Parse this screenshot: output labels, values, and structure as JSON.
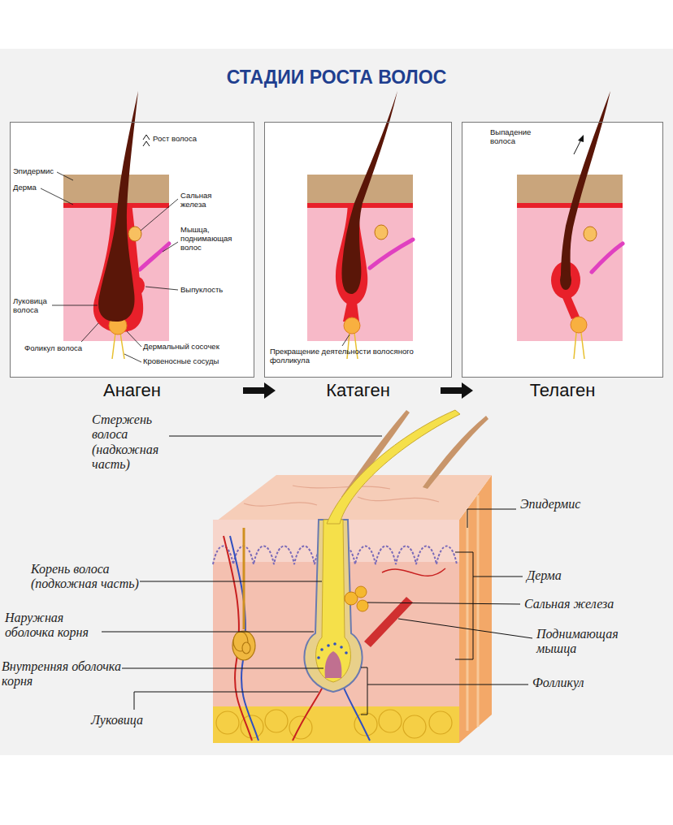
{
  "diagram": {
    "title": "СТАДИИ РОСТА ВОЛОС",
    "nodes": [
      {
        "text": [
          "Анаген"
        ]
      },
      {
        "text": [
          "Катаген"
        ]
      },
      {
        "text": [
          "Телаген"
        ]
      }
    ],
    "edges": [
      {
        "from": 0,
        "to": 1,
        "arrow": "to"
      },
      {
        "from": 1,
        "to": 2,
        "arrow": "to"
      }
    ],
    "labels": [
      "Рост волоса",
      "Эпидермис",
      "Дерма",
      "Сальная железа",
      "Мышца, поднимающая волос",
      "Выпуклость",
      "Луковица волоса",
      "Фоликул волоса",
      "Дермальный сосочек",
      "Кровеносные сосуды",
      "Прекращение деятельности волосяного фолликула",
      "Выпадение волоса",
      "Стержень волоса (надкожная часть)",
      "Эпидермис",
      "Корень волоса (подкожная часть)",
      "Дерма",
      "Наружная оболочка корня",
      "Сальная железа",
      "Поднимающая мышца",
      "Внутренняя оболочка корня",
      "Фолликул",
      "Луковица"
    ]
  }
}
